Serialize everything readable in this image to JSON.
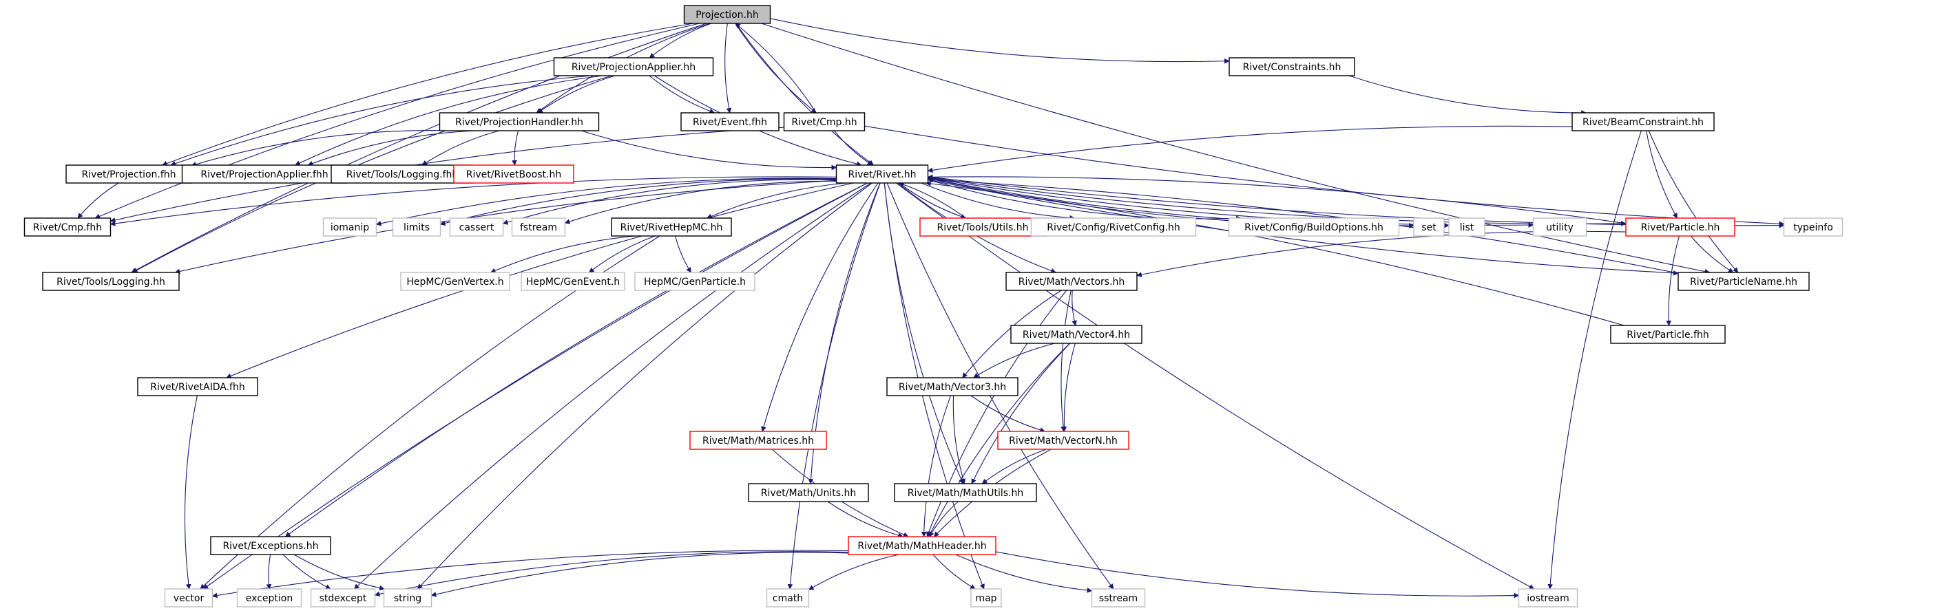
{
  "graph": {
    "nodes": [
      {
        "id": "projection_hh",
        "label": "Projection.hh",
        "style": "root"
      },
      {
        "id": "projectionapplier_hh",
        "label": "Rivet/ProjectionApplier.hh",
        "style": "normal"
      },
      {
        "id": "constraints_hh",
        "label": "Rivet/Constraints.hh",
        "style": "normal"
      },
      {
        "id": "projectionhandler_hh",
        "label": "Rivet/ProjectionHandler.hh",
        "style": "normal"
      },
      {
        "id": "event_fhh",
        "label": "Rivet/Event.fhh",
        "style": "normal"
      },
      {
        "id": "cmp_hh",
        "label": "Rivet/Cmp.hh",
        "style": "normal"
      },
      {
        "id": "beamconstraint_hh",
        "label": "Rivet/BeamConstraint.hh",
        "style": "normal"
      },
      {
        "id": "projection_fhh",
        "label": "Rivet/Projection.fhh",
        "style": "normal"
      },
      {
        "id": "projectionapplier_fhh",
        "label": "Rivet/ProjectionApplier.fhh",
        "style": "normal"
      },
      {
        "id": "tools_logging_fhh",
        "label": "Rivet/Tools/Logging.fhh",
        "style": "normal"
      },
      {
        "id": "rivetboost_hh",
        "label": "Rivet/RivetBoost.hh",
        "style": "red"
      },
      {
        "id": "rivet_hh",
        "label": "Rivet/Rivet.hh",
        "style": "normal"
      },
      {
        "id": "cmp_fhh",
        "label": "Rivet/Cmp.fhh",
        "style": "normal"
      },
      {
        "id": "iomanip",
        "label": "iomanip",
        "style": "gray"
      },
      {
        "id": "limits",
        "label": "limits",
        "style": "gray"
      },
      {
        "id": "cassert",
        "label": "cassert",
        "style": "gray"
      },
      {
        "id": "fstream",
        "label": "fstream",
        "style": "gray"
      },
      {
        "id": "rivethepmc_hh",
        "label": "Rivet/RivetHepMC.hh",
        "style": "normal"
      },
      {
        "id": "tools_utils_hh",
        "label": "Rivet/Tools/Utils.hh",
        "style": "red"
      },
      {
        "id": "rivetconfig_hh",
        "label": "Rivet/Config/RivetConfig.hh",
        "style": "gray"
      },
      {
        "id": "buildoptions_hh",
        "label": "Rivet/Config/BuildOptions.hh",
        "style": "gray"
      },
      {
        "id": "set",
        "label": "set",
        "style": "gray"
      },
      {
        "id": "list",
        "label": "list",
        "style": "gray"
      },
      {
        "id": "utility",
        "label": "utility",
        "style": "gray"
      },
      {
        "id": "particle_hh",
        "label": "Rivet/Particle.hh",
        "style": "red"
      },
      {
        "id": "typeinfo",
        "label": "typeinfo",
        "style": "gray"
      },
      {
        "id": "tools_logging_hh",
        "label": "Rivet/Tools/Logging.hh",
        "style": "normal"
      },
      {
        "id": "genvertex_h",
        "label": "HepMC/GenVertex.h",
        "style": "gray"
      },
      {
        "id": "genevent_h",
        "label": "HepMC/GenEvent.h",
        "style": "gray"
      },
      {
        "id": "genparticle_h",
        "label": "HepMC/GenParticle.h",
        "style": "gray"
      },
      {
        "id": "vectors_hh",
        "label": "Rivet/Math/Vectors.hh",
        "style": "normal"
      },
      {
        "id": "particlename_hh",
        "label": "Rivet/ParticleName.hh",
        "style": "normal"
      },
      {
        "id": "vector4_hh",
        "label": "Rivet/Math/Vector4.hh",
        "style": "normal"
      },
      {
        "id": "particle_fhh",
        "label": "Rivet/Particle.fhh",
        "style": "normal"
      },
      {
        "id": "rivetaida_fhh",
        "label": "Rivet/RivetAIDA.fhh",
        "style": "normal"
      },
      {
        "id": "vector3_hh",
        "label": "Rivet/Math/Vector3.hh",
        "style": "normal"
      },
      {
        "id": "matrices_hh",
        "label": "Rivet/Math/Matrices.hh",
        "style": "red"
      },
      {
        "id": "vectorn_hh",
        "label": "Rivet/Math/VectorN.hh",
        "style": "red"
      },
      {
        "id": "units_hh",
        "label": "Rivet/Math/Units.hh",
        "style": "normal"
      },
      {
        "id": "mathutils_hh",
        "label": "Rivet/Math/MathUtils.hh",
        "style": "normal"
      },
      {
        "id": "exceptions_hh",
        "label": "Rivet/Exceptions.hh",
        "style": "normal"
      },
      {
        "id": "mathheader_hh",
        "label": "Rivet/Math/MathHeader.hh",
        "style": "red"
      },
      {
        "id": "vector",
        "label": "vector",
        "style": "gray"
      },
      {
        "id": "exception",
        "label": "exception",
        "style": "gray"
      },
      {
        "id": "stdexcept",
        "label": "stdexcept",
        "style": "gray"
      },
      {
        "id": "string",
        "label": "string",
        "style": "gray"
      },
      {
        "id": "cmath",
        "label": "cmath",
        "style": "gray"
      },
      {
        "id": "map",
        "label": "map",
        "style": "gray"
      },
      {
        "id": "sstream",
        "label": "sstream",
        "style": "gray"
      },
      {
        "id": "iostream",
        "label": "iostream",
        "style": "gray"
      }
    ],
    "edges": [
      [
        "projection_hh",
        "projectionapplier_hh"
      ],
      [
        "projection_hh",
        "constraints_hh"
      ],
      [
        "projection_hh",
        "projectionhandler_hh"
      ],
      [
        "projection_hh",
        "event_fhh"
      ],
      [
        "projection_hh",
        "cmp_hh"
      ],
      [
        "projection_hh",
        "projection_fhh"
      ],
      [
        "projection_hh",
        "cmp_fhh"
      ],
      [
        "projection_hh",
        "rivet_hh"
      ],
      [
        "projection_hh",
        "tools_logging_hh"
      ],
      [
        "projection_hh",
        "particlename_hh"
      ],
      [
        "projectionapplier_hh",
        "projectionhandler_hh"
      ],
      [
        "projectionapplier_hh",
        "event_fhh"
      ],
      [
        "projectionapplier_hh",
        "projection_fhh"
      ],
      [
        "projectionapplier_hh",
        "projectionapplier_fhh"
      ],
      [
        "projectionapplier_hh",
        "rivet_hh"
      ],
      [
        "projectionapplier_hh",
        "tools_logging_hh"
      ],
      [
        "constraints_hh",
        "beamconstraint_hh"
      ],
      [
        "projectionhandler_hh",
        "projection_fhh"
      ],
      [
        "projectionhandler_hh",
        "projectionapplier_fhh"
      ],
      [
        "projectionhandler_hh",
        "tools_logging_fhh"
      ],
      [
        "projectionhandler_hh",
        "rivetboost_hh"
      ],
      [
        "projectionhandler_hh",
        "rivet_hh"
      ],
      [
        "cmp_hh",
        "projection_hh"
      ],
      [
        "cmp_hh",
        "rivet_hh"
      ],
      [
        "cmp_hh",
        "cmp_fhh"
      ],
      [
        "cmp_hh",
        "typeinfo"
      ],
      [
        "beamconstraint_hh",
        "rivet_hh"
      ],
      [
        "beamconstraint_hh",
        "particle_hh"
      ],
      [
        "beamconstraint_hh",
        "particlename_hh"
      ],
      [
        "beamconstraint_hh",
        "iostream"
      ],
      [
        "projection_fhh",
        "cmp_fhh"
      ],
      [
        "rivet_hh",
        "cmp_fhh"
      ],
      [
        "rivet_hh",
        "iomanip"
      ],
      [
        "rivet_hh",
        "limits"
      ],
      [
        "rivet_hh",
        "cassert"
      ],
      [
        "rivet_hh",
        "fstream"
      ],
      [
        "rivet_hh",
        "rivethepmc_hh"
      ],
      [
        "rivet_hh",
        "tools_utils_hh"
      ],
      [
        "rivet_hh",
        "rivetconfig_hh"
      ],
      [
        "rivet_hh",
        "buildoptions_hh"
      ],
      [
        "rivet_hh",
        "set"
      ],
      [
        "rivet_hh",
        "list"
      ],
      [
        "rivet_hh",
        "utility"
      ],
      [
        "rivet_hh",
        "particle_hh"
      ],
      [
        "rivet_hh",
        "typeinfo"
      ],
      [
        "rivet_hh",
        "tools_logging_hh"
      ],
      [
        "rivet_hh",
        "vectors_hh"
      ],
      [
        "rivet_hh",
        "particlename_hh"
      ],
      [
        "rivet_hh",
        "rivetaida_fhh"
      ],
      [
        "rivet_hh",
        "exceptions_hh"
      ],
      [
        "rivet_hh",
        "matrices_hh"
      ],
      [
        "rivet_hh",
        "units_hh"
      ],
      [
        "rivet_hh",
        "mathutils_hh"
      ],
      [
        "rivet_hh",
        "vector"
      ],
      [
        "rivet_hh",
        "stdexcept"
      ],
      [
        "rivet_hh",
        "string"
      ],
      [
        "rivet_hh",
        "cmath"
      ],
      [
        "rivet_hh",
        "map"
      ],
      [
        "rivet_hh",
        "sstream"
      ],
      [
        "rivet_hh",
        "iostream"
      ],
      [
        "tools_utils_hh",
        "rivet_hh"
      ],
      [
        "particle_hh",
        "rivet_hh"
      ],
      [
        "particle_hh",
        "vectors_hh"
      ],
      [
        "particle_hh",
        "particlename_hh"
      ],
      [
        "particle_hh",
        "particle_fhh"
      ],
      [
        "particlename_hh",
        "rivet_hh"
      ],
      [
        "particle_fhh",
        "rivet_hh"
      ],
      [
        "rivethepmc_hh",
        "genvertex_h"
      ],
      [
        "rivethepmc_hh",
        "genevent_h"
      ],
      [
        "rivethepmc_hh",
        "genparticle_h"
      ],
      [
        "rivethepmc_hh",
        "vector"
      ],
      [
        "vectors_hh",
        "vector4_hh"
      ],
      [
        "vectors_hh",
        "vector3_hh"
      ],
      [
        "vectors_hh",
        "vectorn_hh"
      ],
      [
        "vectors_hh",
        "mathheader_hh"
      ],
      [
        "vector4_hh",
        "vector3_hh"
      ],
      [
        "vector4_hh",
        "vectorn_hh"
      ],
      [
        "vector4_hh",
        "mathutils_hh"
      ],
      [
        "vector4_hh",
        "mathheader_hh"
      ],
      [
        "vector3_hh",
        "vectorn_hh"
      ],
      [
        "vector3_hh",
        "mathutils_hh"
      ],
      [
        "vector3_hh",
        "mathheader_hh"
      ],
      [
        "vectorn_hh",
        "mathutils_hh"
      ],
      [
        "vectorn_hh",
        "mathheader_hh"
      ],
      [
        "mathutils_hh",
        "mathheader_hh"
      ],
      [
        "matrices_hh",
        "mathheader_hh"
      ],
      [
        "units_hh",
        "mathheader_hh"
      ],
      [
        "rivetaida_fhh",
        "vector"
      ],
      [
        "exceptions_hh",
        "exception"
      ],
      [
        "exceptions_hh",
        "stdexcept"
      ],
      [
        "exceptions_hh",
        "string"
      ],
      [
        "mathheader_hh",
        "vector"
      ],
      [
        "mathheader_hh",
        "stdexcept"
      ],
      [
        "mathheader_hh",
        "string"
      ],
      [
        "mathheader_hh",
        "cmath"
      ],
      [
        "mathheader_hh",
        "map"
      ],
      [
        "mathheader_hh",
        "sstream"
      ],
      [
        "mathheader_hh",
        "iostream"
      ]
    ],
    "colors": {
      "edge": "#191970",
      "normal_border": "#000000",
      "red_border": "#ff0000",
      "gray_border": "#bfbfbf",
      "root_fill": "#bfbfbf",
      "text": "#000000"
    }
  }
}
